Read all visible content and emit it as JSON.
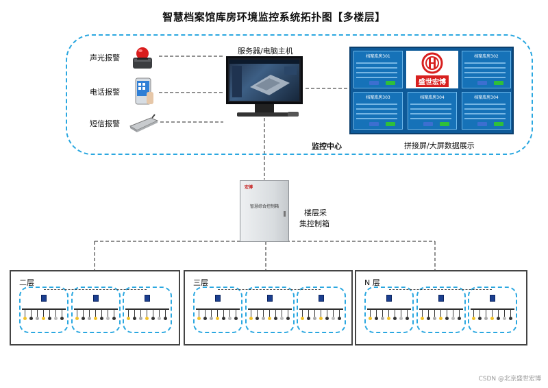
{
  "title": "智慧档案馆库房环境监控系统拓扑图【多楼层】",
  "monitor_center": {
    "label": "监控中心",
    "alarms": [
      {
        "label": "声光报警",
        "icon": "alarm-light-icon"
      },
      {
        "label": "电话报警",
        "icon": "phone-icon"
      },
      {
        "label": "短信报警",
        "icon": "sms-modem-icon"
      }
    ],
    "server_label": "服务器/电脑主机",
    "big_screen_label": "拼接屏/大屏数据展示",
    "big_screen": {
      "logo_text": "盛世宏博",
      "rooms": [
        "档案库房301",
        "档案库房302",
        "档案库房303",
        "档案库房304",
        "档案库房304"
      ]
    }
  },
  "controller": {
    "label_line1": "楼层采",
    "label_line2": "集控制箱",
    "box_brand": "宏博",
    "box_label": "智慧综合控制箱"
  },
  "floors": [
    {
      "label": "二层"
    },
    {
      "label": "三层"
    },
    {
      "label": "N 层"
    }
  ],
  "watermark": "CSDN @北京盛世宏博",
  "colors": {
    "zone_border": "#2aa7e0",
    "sensor_node": "#1b3f8f",
    "screen_bg": "#0e5a99",
    "logo_red": "#d8201f"
  }
}
